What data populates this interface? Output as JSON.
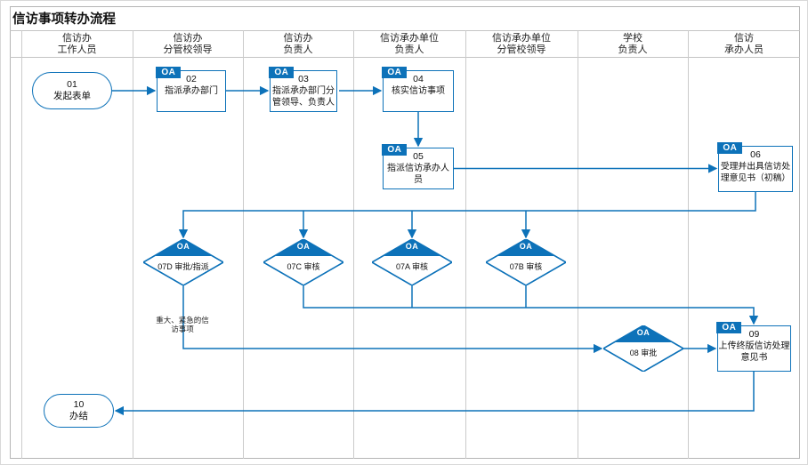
{
  "title": "信访事项转办流程",
  "tag_label": "OA",
  "colors": {
    "accent": "#0d72b9",
    "grid": "#cbcbcb",
    "node_border": "#0d72b9"
  },
  "lanes": [
    {
      "line1": "信访办",
      "line2": "工作人员"
    },
    {
      "line1": "信访办",
      "line2": "分管校领导"
    },
    {
      "line1": "信访办",
      "line2": "负责人"
    },
    {
      "line1": "信访承办单位",
      "line2": "负责人"
    },
    {
      "line1": "信访承办单位",
      "line2": "分管校领导"
    },
    {
      "line1": "学校",
      "line2": "负责人"
    },
    {
      "line1": "信访",
      "line2": "承办人员"
    }
  ],
  "nodes": {
    "start": {
      "num": "01",
      "label": "发起表单"
    },
    "assign_dept": {
      "num": "02",
      "label": "指派承办部门",
      "tag": "OA"
    },
    "assign_leader": {
      "num": "03",
      "label": "指派承办部门分管领导、负责人",
      "tag": "OA"
    },
    "verify": {
      "num": "04",
      "label": "核实信访事项",
      "tag": "OA"
    },
    "assign_handler": {
      "num": "05",
      "label": "指派信访承办人员",
      "tag": "OA"
    },
    "draft_opinion": {
      "num": "06",
      "label": "受理并出具信访处理意见书（初稿）",
      "tag": "OA"
    },
    "review_07d": {
      "label": "07D 审批/指派",
      "tag": "OA"
    },
    "review_07c": {
      "label": "07C 审核",
      "tag": "OA"
    },
    "review_07a": {
      "label": "07A 审核",
      "tag": "OA"
    },
    "review_07b": {
      "label": "07B 审核",
      "tag": "OA"
    },
    "approve_08": {
      "label": "08 审批",
      "tag": "OA"
    },
    "upload_final": {
      "num": "09",
      "label": "上传终版信访处理意见书",
      "tag": "OA"
    },
    "end": {
      "num": "10",
      "label": "办结"
    }
  },
  "edge_label": "重大、紧急的信访事项"
}
